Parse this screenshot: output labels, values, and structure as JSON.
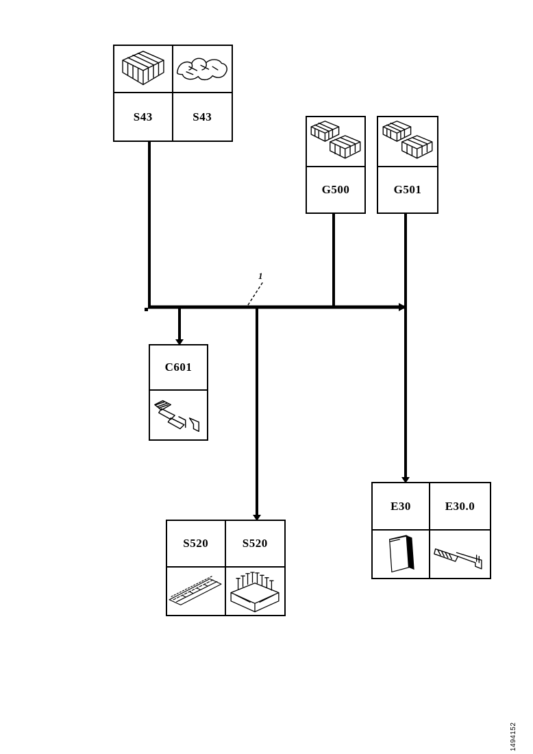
{
  "diagram": {
    "colors": {
      "ink": "#000000",
      "paper": "#ffffff"
    },
    "callout": {
      "label": "1"
    },
    "doc_number": "1494152",
    "s43": {
      "cells": [
        {
          "label": "S43",
          "image": "relay-module-sketch"
        },
        {
          "label": "S43",
          "image": "connector-cluster-sketch"
        }
      ]
    },
    "g500": {
      "label": "G500",
      "image": "dual-module-sketch"
    },
    "g501": {
      "label": "G501",
      "image": "dual-module-sketch"
    },
    "c601": {
      "label": "C601",
      "image": "connector-strip-sketch"
    },
    "s520": {
      "cells": [
        {
          "label": "S520",
          "image": "bus-rail-sketch"
        },
        {
          "label": "S520",
          "image": "fuse-block-sketch"
        }
      ]
    },
    "e30": {
      "cells": [
        {
          "label": "E30",
          "image": "control-panel-sketch"
        },
        {
          "label": "E30.0",
          "image": "bracket-clip-sketch"
        }
      ]
    }
  }
}
